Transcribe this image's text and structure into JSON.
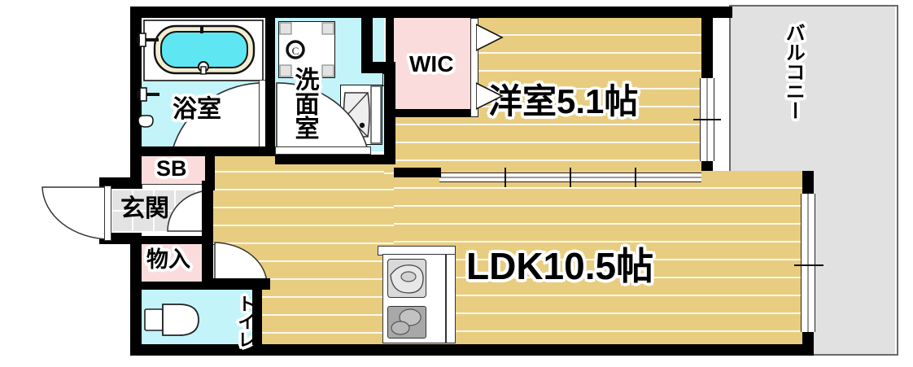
{
  "plan": {
    "type": "japanese-apartment-floor-plan",
    "layout_code": "1LDK",
    "rooms": [
      {
        "id": "ldk",
        "label": "LDK10.5帖",
        "area_jo": 10.5,
        "floor": "wood"
      },
      {
        "id": "bedroom",
        "label": "洋室5.1帖",
        "area_jo": 5.1,
        "floor": "wood"
      },
      {
        "id": "wic",
        "label": "WIC",
        "floor": "closet"
      },
      {
        "id": "bath",
        "label": "浴室",
        "floor": "wet"
      },
      {
        "id": "washroom",
        "label": "洗面室",
        "floor": "wet"
      },
      {
        "id": "toilet",
        "label": "トイレ",
        "floor": "wet"
      },
      {
        "id": "entrance",
        "label": "玄関",
        "floor": "tile"
      },
      {
        "id": "closet",
        "label": "物入",
        "floor": "closet"
      },
      {
        "id": "shoebox",
        "label": "SB",
        "floor": "closet"
      },
      {
        "id": "balcony",
        "label": "バルコニー",
        "floor": "outdoor"
      }
    ],
    "colors": {
      "wood_floor": "#e8cd80",
      "wet_floor": "#c2f4fa",
      "closet_floor": "#fbdcdc",
      "balcony_floor": "#e1e1e1",
      "entrance_tile": "#e3e3e3",
      "wall": "#000000",
      "tub_water": "#5ee7f2",
      "tub_rim": "#f2ecd0",
      "text": "#000000",
      "text_outline": "#ffffff"
    }
  },
  "labels": {
    "ldk": "LDK10.5帖",
    "bedroom": "洋室5.1帖",
    "wic": "WIC",
    "bath": "浴室",
    "washroom": "洗面室",
    "toilet": "トイレ",
    "entrance": "玄関",
    "closet": "物入",
    "shoebox": "SB",
    "balcony": "バルコニー"
  },
  "fixtures": [
    {
      "name": "bathtub",
      "room": "bath"
    },
    {
      "name": "bath-faucet",
      "room": "bath"
    },
    {
      "name": "bath-sink",
      "room": "bath"
    },
    {
      "name": "washer-pan",
      "room": "washroom"
    },
    {
      "name": "vanity-sink",
      "room": "washroom"
    },
    {
      "name": "toilet-bowl",
      "room": "toilet"
    },
    {
      "name": "kitchen-sink",
      "room": "ldk"
    },
    {
      "name": "kitchen-stove",
      "room": "ldk"
    },
    {
      "name": "entrance-door",
      "room": "entrance"
    }
  ]
}
